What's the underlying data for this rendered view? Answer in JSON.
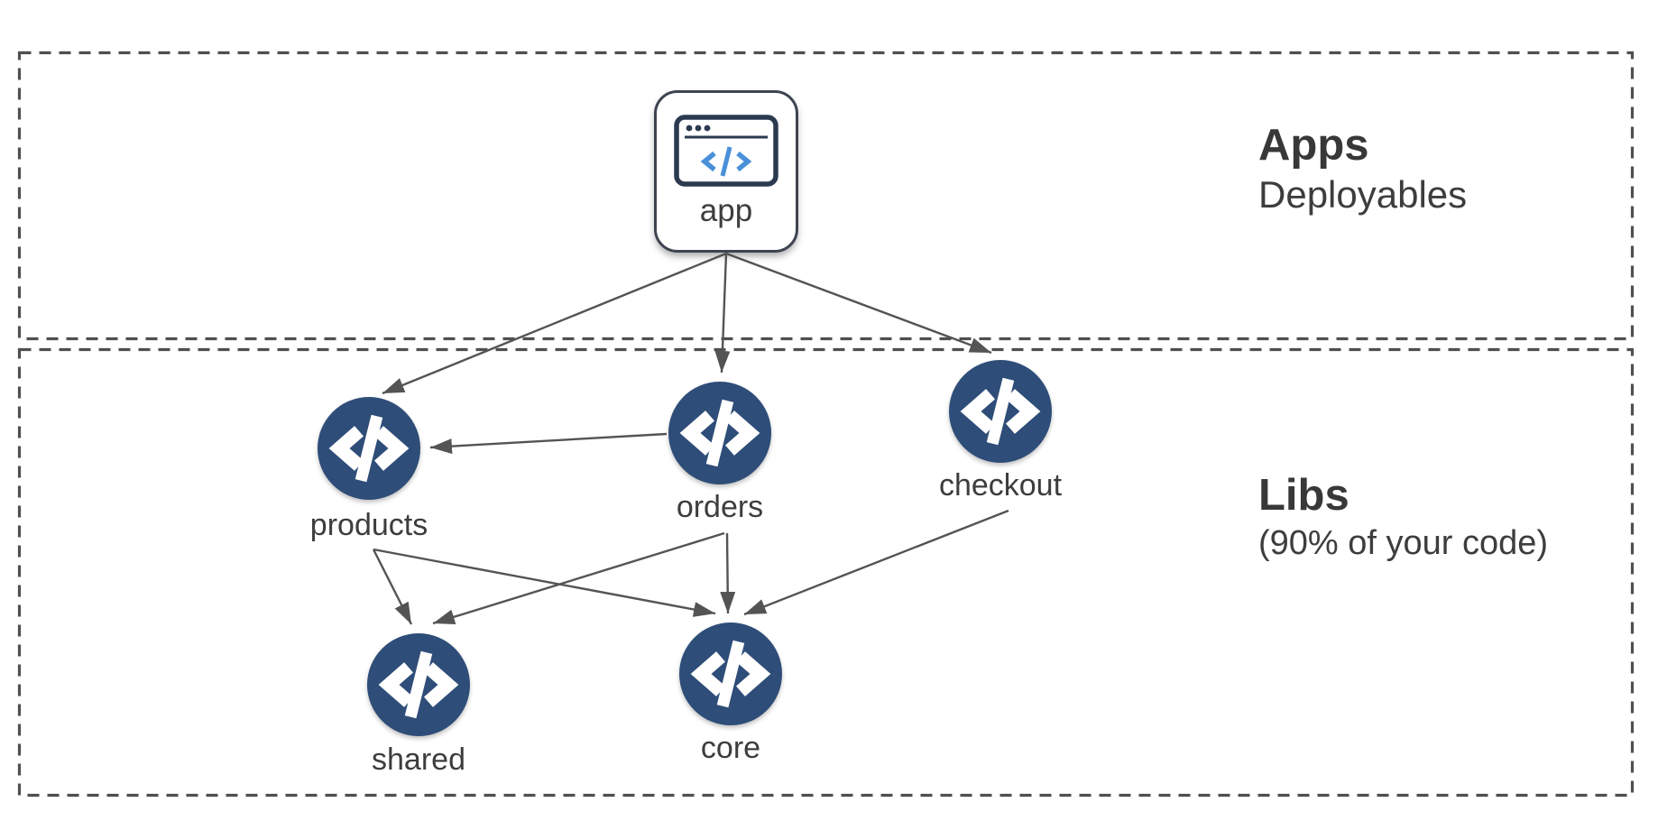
{
  "diagram": {
    "sections": [
      {
        "id": "apps",
        "title": "Apps",
        "subtitle": "Deployables"
      },
      {
        "id": "libs",
        "title": "Libs",
        "subtitle": "(90% of your code)"
      }
    ],
    "nodes": [
      {
        "id": "app",
        "label": "app",
        "type": "application",
        "section": "apps",
        "icon": "browser-window-code-icon"
      },
      {
        "id": "products",
        "label": "products",
        "type": "library",
        "section": "libs",
        "icon": "code-icon"
      },
      {
        "id": "orders",
        "label": "orders",
        "type": "library",
        "section": "libs",
        "icon": "code-icon"
      },
      {
        "id": "checkout",
        "label": "checkout",
        "type": "library",
        "section": "libs",
        "icon": "code-icon"
      },
      {
        "id": "shared",
        "label": "shared",
        "type": "library",
        "section": "libs",
        "icon": "code-icon"
      },
      {
        "id": "core",
        "label": "core",
        "type": "library",
        "section": "libs",
        "icon": "code-icon"
      }
    ],
    "edges": [
      {
        "from": "app",
        "to": "products"
      },
      {
        "from": "app",
        "to": "orders"
      },
      {
        "from": "app",
        "to": "checkout"
      },
      {
        "from": "orders",
        "to": "products"
      },
      {
        "from": "products",
        "to": "shared"
      },
      {
        "from": "products",
        "to": "core"
      },
      {
        "from": "orders",
        "to": "shared"
      },
      {
        "from": "orders",
        "to": "core"
      },
      {
        "from": "checkout",
        "to": "core"
      }
    ],
    "colors": {
      "node_fill": "#2e4d78",
      "edge": "#545454",
      "section_border": "#4f4f4f",
      "app_icon_outline": "#2b3a50",
      "app_icon_accent": "#4a90d9",
      "text": "#3d3d3d"
    }
  }
}
